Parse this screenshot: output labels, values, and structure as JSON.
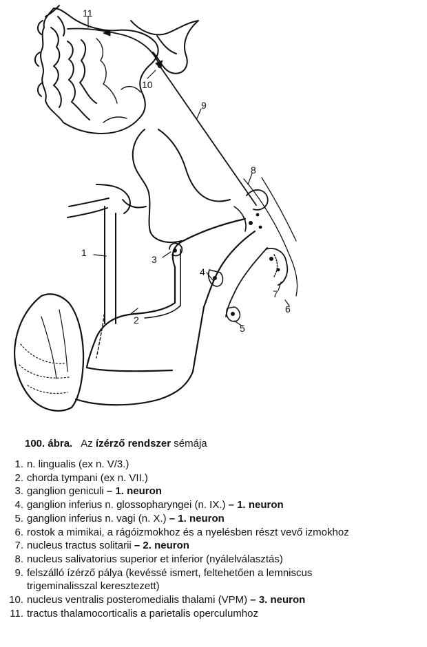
{
  "figure": {
    "labels": {
      "l1": "1",
      "l2": "2",
      "l3": "3",
      "l4": "4",
      "l5": "5",
      "l6": "6",
      "l7": "7",
      "l8": "8",
      "l9": "9",
      "l10": "10",
      "l11": "11"
    }
  },
  "caption": {
    "number": "100. ábra.",
    "prefix": "Az",
    "emphasis": "ízérző rendszer",
    "suffix": "sémája"
  },
  "legend": [
    {
      "num": "1.",
      "text": "n. lingualis (ex n. V/3.)",
      "bold": ""
    },
    {
      "num": "2.",
      "text": "chorda tympani (ex n. VII.)",
      "bold": ""
    },
    {
      "num": "3.",
      "text": "ganglion geniculi",
      "bold": " – 1. neuron"
    },
    {
      "num": "4.",
      "text": "ganglion inferius n. glossopharyngei (n. IX.)",
      "bold": " – 1. neuron"
    },
    {
      "num": "5.",
      "text": "ganglion inferius n. vagi (n. X.)",
      "bold": " – 1. neuron"
    },
    {
      "num": "6.",
      "text": "rostok a mimikai, a rágóizmokhoz és a nyelésben részt vevő izmokhoz",
      "bold": ""
    },
    {
      "num": "7.",
      "text": "nucleus tractus solitarii",
      "bold": " – 2. neuron"
    },
    {
      "num": "8.",
      "text": "nucleus salivatorius superior et inferior (nyálelválasztás)",
      "bold": ""
    },
    {
      "num": "9.",
      "text": "felszálló ízérző pálya (kevéssé ismert, feltehetően a lemniscus",
      "bold": ""
    },
    {
      "num": "",
      "text": "trigeminalisszal keresztezett)",
      "bold": ""
    },
    {
      "num": "10.",
      "text": "nucleus ventralis posteromedialis thalami (VPM)",
      "bold": " – 3. neuron"
    },
    {
      "num": "11.",
      "text": "tractus thalamocorticalis a parietalis operculumhoz",
      "bold": ""
    }
  ]
}
